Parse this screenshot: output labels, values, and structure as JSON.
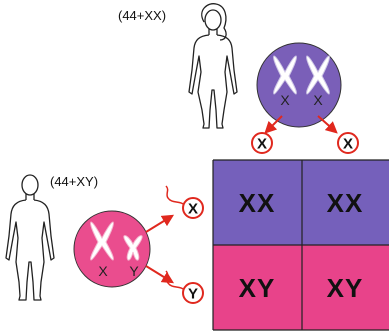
{
  "female": {
    "karyotype": "(44+XX)",
    "chromosome_labels": [
      "X",
      "X"
    ],
    "gametes": [
      "X",
      "X"
    ]
  },
  "male": {
    "karyotype": "(44+XY)",
    "chromosome_labels": [
      "X",
      "Y"
    ],
    "gametes": [
      "X",
      "Y"
    ]
  },
  "punnett": {
    "rows": [
      [
        "XX",
        "XX"
      ],
      [
        "XY",
        "XY"
      ]
    ]
  },
  "colors": {
    "female_cell": "#7a5fb8",
    "male_cell": "#ea4d8e",
    "daughter_cell": "#7560bb",
    "son_cell": "#e8438a",
    "arrow": "#e0281e"
  }
}
